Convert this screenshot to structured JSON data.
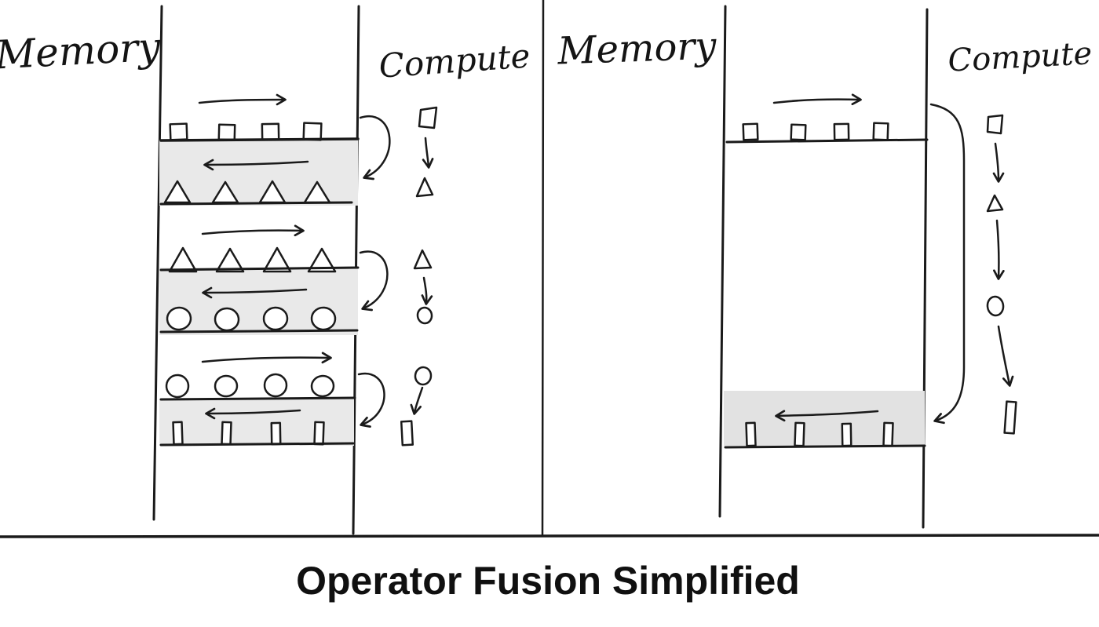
{
  "title": "Operator Fusion Simplified",
  "panels": {
    "left": {
      "memory_label": "Memory",
      "compute_label": "Compute",
      "stages": [
        {
          "reads": "squares",
          "computes": "square to triangle",
          "writes": "triangles"
        },
        {
          "reads": "triangles",
          "computes": "triangle to circle",
          "writes": "circles"
        },
        {
          "reads": "circles",
          "computes": "circle to bar",
          "writes": "bars"
        }
      ]
    },
    "right": {
      "memory_label": "Memory",
      "compute_label": "Compute",
      "stages": [
        {
          "reads": "squares",
          "computes": "square to triangle to circle to bar",
          "writes": "bars"
        }
      ]
    }
  },
  "colors": {
    "ink": "#1a1a1a",
    "band_fill": "#e9e9e9",
    "background": "#ffffff"
  }
}
